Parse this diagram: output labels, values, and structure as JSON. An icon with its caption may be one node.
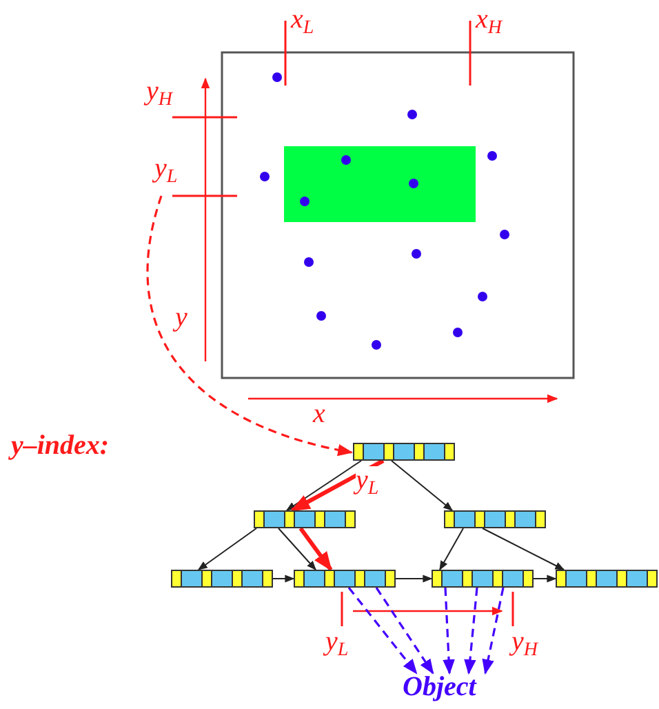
{
  "diagram": {
    "nodes": [
      {
        "text": [
          "y$_{L}$"
        ]
      },
      {
        "text": [],
        "shape": "bar"
      },
      {
        "text": [],
        "shape": "bar"
      },
      {
        "text": [],
        "shape": "bar"
      },
      {
        "text": [],
        "shape": "bar"
      },
      {
        "text": [],
        "shape": "bar"
      },
      {
        "text": [],
        "shape": "bar"
      },
      {
        "text": [],
        "shape": "bar"
      },
      {
        "text": [
          "Object"
        ]
      }
    ],
    "edges": [
      {
        "from": 0,
        "to": 1,
        "arrow": "to",
        "style": "dashed",
        "color": "#ff1a1a"
      },
      {
        "from": 1,
        "to": 2,
        "arrow": "to"
      },
      {
        "from": 1,
        "to": 3,
        "arrow": "to"
      },
      {
        "from": 2,
        "to": 4,
        "arrow": "to"
      },
      {
        "from": 2,
        "to": 5,
        "arrow": "to"
      },
      {
        "from": 3,
        "to": 6,
        "arrow": "to"
      },
      {
        "from": 3,
        "to": 7,
        "arrow": "to"
      },
      {
        "from": 4,
        "to": 5,
        "arrow": "to"
      },
      {
        "from": 5,
        "to": 6,
        "arrow": "to"
      },
      {
        "from": 6,
        "to": 7,
        "arrow": "to"
      },
      {
        "from": 1,
        "to": 2,
        "arrow": "to",
        "label": "y$_{L}$",
        "style": "thick",
        "color": "#ff1a1a"
      },
      {
        "from": 2,
        "to": 5,
        "arrow": "to",
        "style": "thick",
        "color": "#ff1a1a"
      },
      {
        "from": 5,
        "to": 8,
        "arrow": "to",
        "style": "dashed",
        "color": "#4400ff"
      },
      {
        "from": 5,
        "to": 8,
        "arrow": "to",
        "style": "dashed",
        "color": "#4400ff"
      },
      {
        "from": 6,
        "to": 8,
        "arrow": "to",
        "style": "dashed",
        "color": "#4400ff"
      },
      {
        "from": 6,
        "to": 8,
        "arrow": "to",
        "style": "dashed",
        "color": "#4400ff"
      },
      {
        "from": 6,
        "to": 8,
        "arrow": "to",
        "style": "dashed",
        "color": "#4400ff"
      }
    ],
    "labels": [
      "x$_{L}$",
      "x$_{H}$",
      "y$_{H}$",
      "y",
      "x",
      "y–index:",
      "y$_{L}$",
      "y$_{H}$"
    ]
  }
}
